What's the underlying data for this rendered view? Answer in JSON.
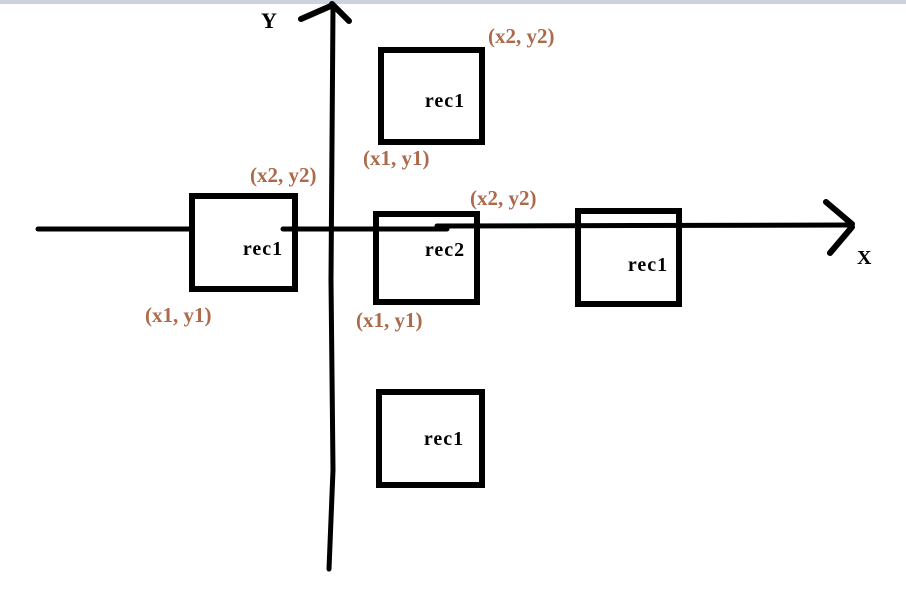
{
  "window": {
    "top_strip_color": "#ccd3de",
    "background": "#ffffff"
  },
  "palette": {
    "ink": "#000000",
    "corner_label_color": "#ad6a4b"
  },
  "axes": {
    "x": {
      "label": "X"
    },
    "y": {
      "label": "Y"
    }
  },
  "rectangles": [
    {
      "position": "top",
      "label": "rec1",
      "corners": {
        "bottom_left": "(x1, y1)",
        "top_right": "(x2, y2)"
      }
    },
    {
      "position": "left",
      "label": "rec1",
      "corners": {
        "bottom_left": "(x1, y1)",
        "top_right": "(x2, y2)"
      }
    },
    {
      "position": "center",
      "label": "rec2",
      "corners": {
        "bottom_left": "(x1, y1)",
        "top_right": "(x2, y2)"
      }
    },
    {
      "position": "right",
      "label": "rec1"
    },
    {
      "position": "bottom",
      "label": "rec1"
    }
  ]
}
